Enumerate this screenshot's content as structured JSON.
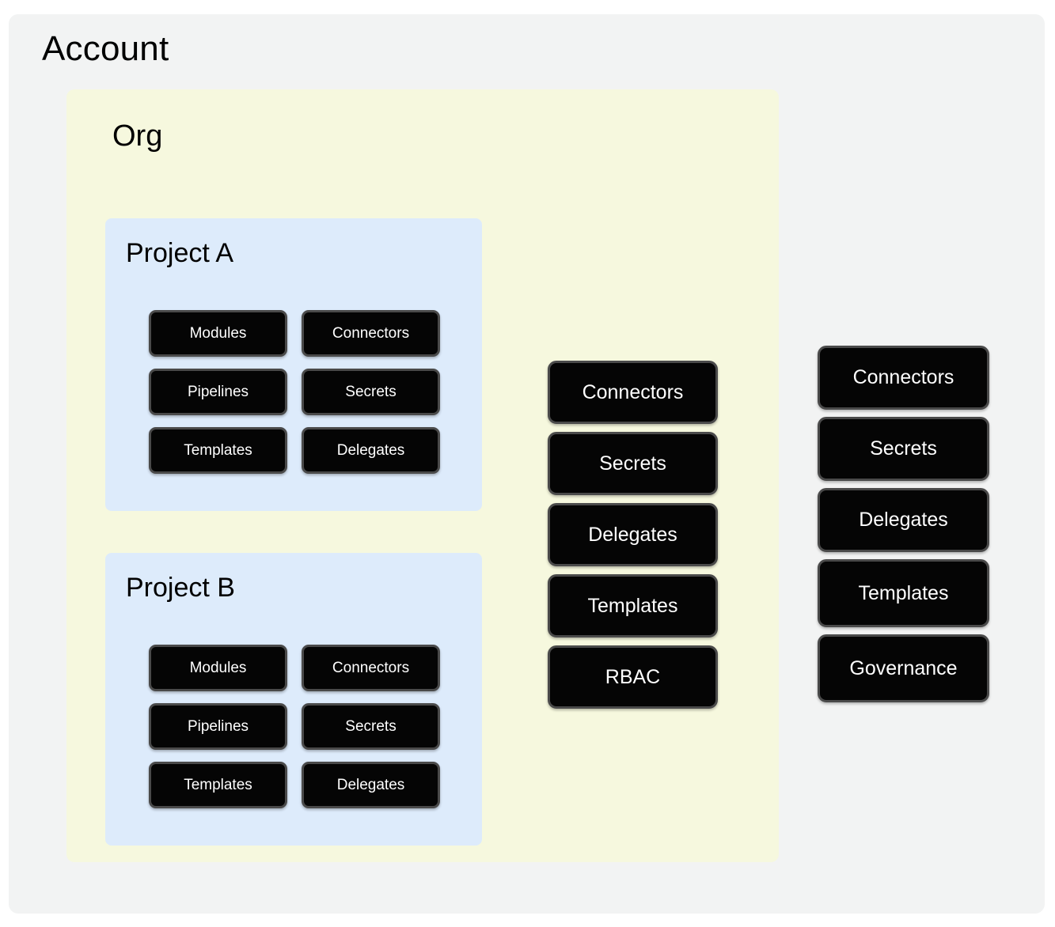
{
  "diagram": {
    "title": "Account",
    "colors": {
      "page_background": "#ffffff",
      "account_panel": "#f2f3f3",
      "org_panel": "#f6f8de",
      "project_panel": "#ddebfb",
      "button_fill": "#050505",
      "button_border": "#4a4a4a",
      "button_text": "#ffffff",
      "text": "#000000"
    }
  },
  "account": {
    "label": "Account",
    "resources": [
      {
        "label": "Connectors"
      },
      {
        "label": "Secrets"
      },
      {
        "label": "Delegates"
      },
      {
        "label": "Templates"
      },
      {
        "label": "Governance"
      }
    ]
  },
  "org": {
    "label": "Org",
    "resources": [
      {
        "label": "Connectors"
      },
      {
        "label": "Secrets"
      },
      {
        "label": "Delegates"
      },
      {
        "label": "Templates"
      },
      {
        "label": "RBAC"
      }
    ]
  },
  "projects": [
    {
      "label": "Project A",
      "resources": [
        {
          "label": "Modules"
        },
        {
          "label": "Connectors"
        },
        {
          "label": "Pipelines"
        },
        {
          "label": "Secrets"
        },
        {
          "label": "Templates"
        },
        {
          "label": "Delegates"
        }
      ]
    },
    {
      "label": "Project B",
      "resources": [
        {
          "label": "Modules"
        },
        {
          "label": "Connectors"
        },
        {
          "label": "Pipelines"
        },
        {
          "label": "Secrets"
        },
        {
          "label": "Templates"
        },
        {
          "label": "Delegates"
        }
      ]
    }
  ]
}
